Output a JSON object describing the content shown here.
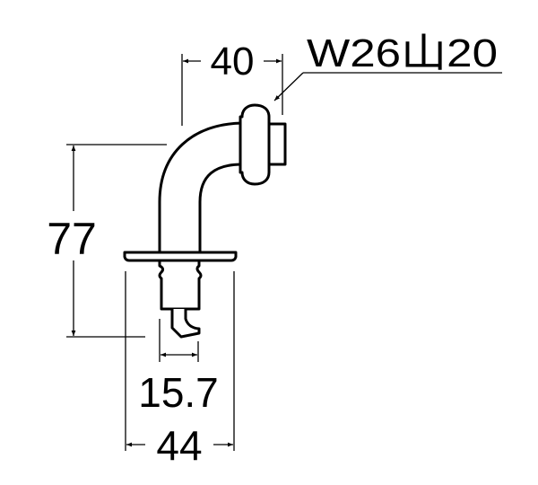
{
  "drawing": {
    "subject": "elbow faucet spout fitting",
    "dimensions": {
      "width_top": "40",
      "thread_spec": "W26山20",
      "height": "77",
      "pin_width": "15.7",
      "flange_width": "44"
    },
    "colors": {
      "line": "#000000",
      "background": "#ffffff"
    }
  }
}
